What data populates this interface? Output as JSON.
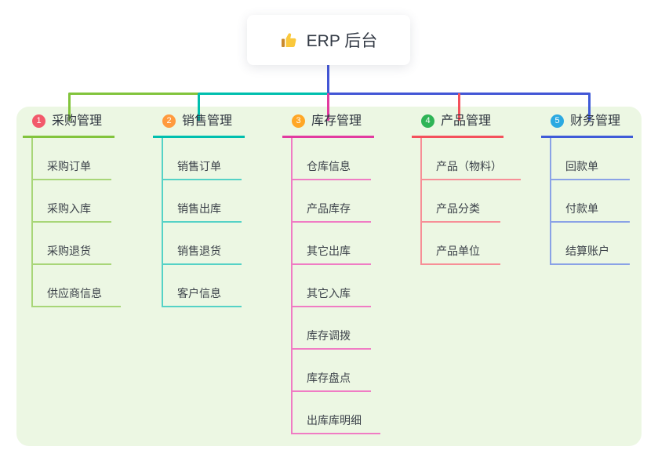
{
  "root": {
    "label": "ERP 后台",
    "icon": "thumbs-up-icon"
  },
  "canvas": {
    "background_color": "#ECF7E3"
  },
  "connectors": {
    "root_line_color": "#4356D6",
    "bus_segment_colors": [
      "#82C43C",
      "#00BFAE",
      "#4356D6"
    ]
  },
  "branches": [
    {
      "badge": "1",
      "badge_color": "#F2596B",
      "title": "采购管理",
      "line_color": "#82C43C",
      "child_line_color": "#A8D678",
      "children": [
        "采购订单",
        "采购入库",
        "采购退货",
        "供应商信息"
      ]
    },
    {
      "badge": "2",
      "badge_color": "#FF9A3E",
      "title": "销售管理",
      "line_color": "#00BFAE",
      "child_line_color": "#55D2C6",
      "children": [
        "销售订单",
        "销售出库",
        "销售退货",
        "客户信息"
      ]
    },
    {
      "badge": "3",
      "badge_color": "#FFA726",
      "title": "库存管理",
      "line_color": "#E23BA0",
      "child_line_color": "#F07CC4",
      "children": [
        "仓库信息",
        "产品库存",
        "其它出库",
        "其它入库",
        "库存调拨",
        "库存盘点",
        "出库库明细"
      ]
    },
    {
      "badge": "4",
      "badge_color": "#2EB456",
      "title": "产品管理",
      "line_color": "#F4515C",
      "child_line_color": "#F78F97",
      "children": [
        "产品（物料）",
        "产品分类",
        "产品单位"
      ]
    },
    {
      "badge": "5",
      "badge_color": "#2BA9E1",
      "title": "财务管理",
      "line_color": "#3F5BD8",
      "child_line_color": "#8AA2E6",
      "children": [
        "回款单",
        "付款单",
        "结算账户"
      ]
    }
  ]
}
